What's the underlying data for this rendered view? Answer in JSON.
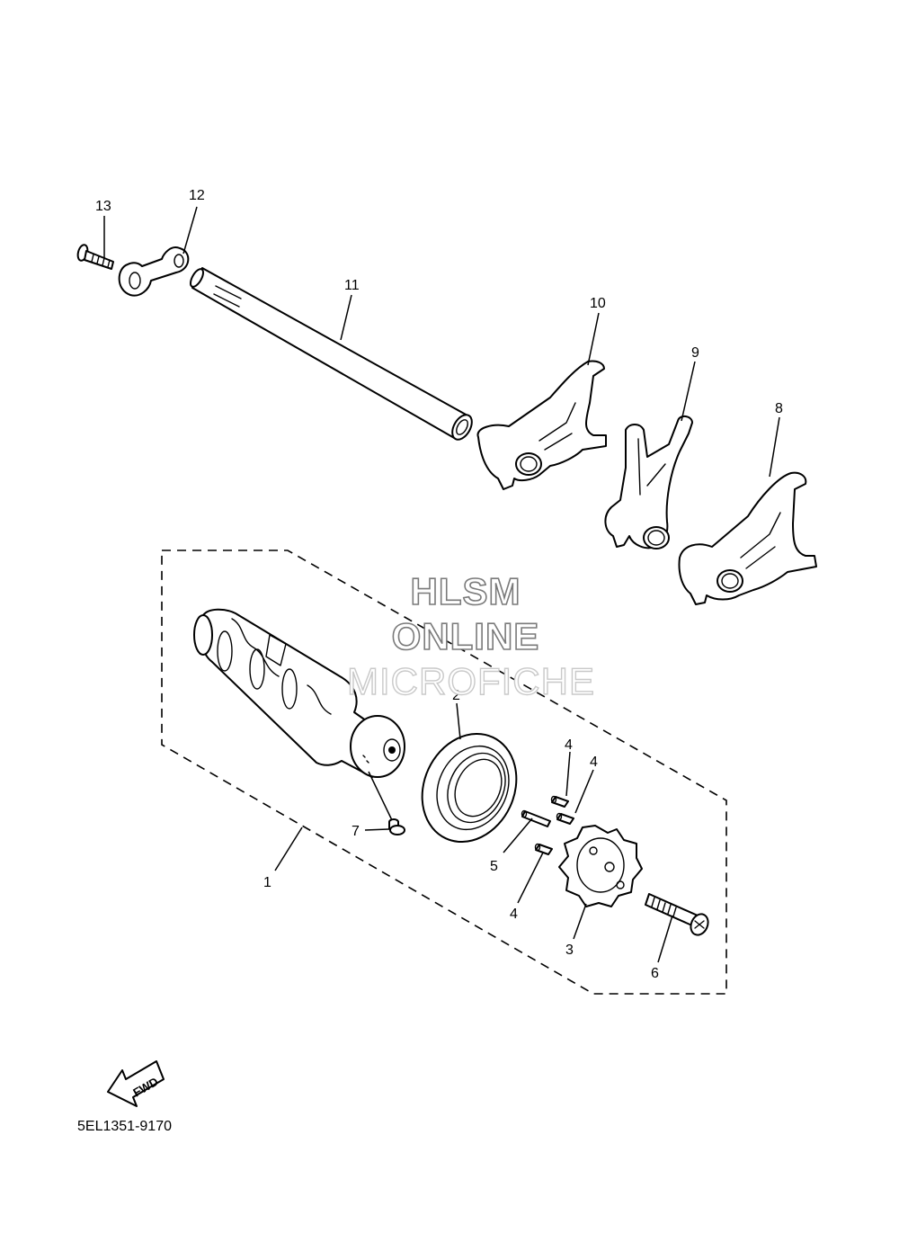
{
  "diagram": {
    "code": "5EL1351-9170",
    "fwd_label": "FWD",
    "callouts": {
      "c1": "1",
      "c2": "2",
      "c3": "3",
      "c4a": "4",
      "c4b": "4",
      "c4c": "4",
      "c5": "5",
      "c6": "6",
      "c7": "7",
      "c8": "8",
      "c9": "9",
      "c10": "10",
      "c11": "11",
      "c12": "12",
      "c13": "13"
    }
  },
  "watermark": {
    "line1": "HLSM",
    "line2": "ONLINE",
    "line3": "MICROFICHE"
  }
}
